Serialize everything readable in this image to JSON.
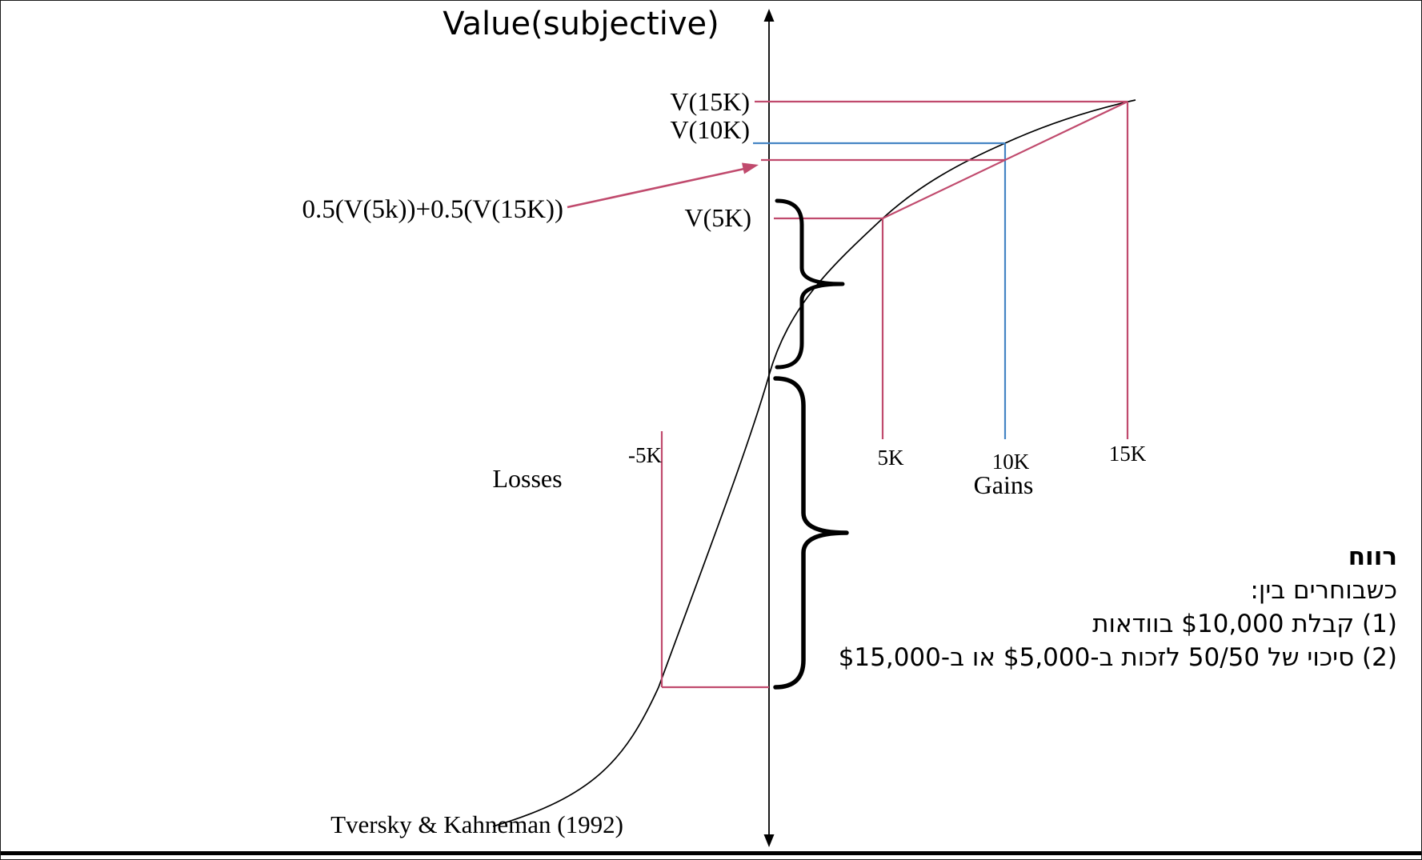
{
  "colors": {
    "pink": "#c04a6d",
    "blue": "#4585c4",
    "ink": "#000000"
  },
  "title": "Value(subjective)",
  "labels": {
    "v15k": "V(15K)",
    "v10k": "V(10K)",
    "v5k": "V(5K)",
    "expected_value": "0.5(V(5k))+0.5(V(15K))",
    "losses": "Losses",
    "gains": "Gains",
    "citation": "Tversky & Kahneman (1992)"
  },
  "ticks": {
    "neg_5k": "-5K",
    "pos_5k": "5K",
    "pos_10k": "10K",
    "pos_15k": "15K"
  },
  "note": {
    "header": "רווח",
    "line1": "כשבוחרים בין:",
    "line2": "(1) קבלת $10,000 בוודאות",
    "line3": "(2) סיכוי של 50/50 לזכות ב-$5,000 או ב-$15,000"
  }
}
